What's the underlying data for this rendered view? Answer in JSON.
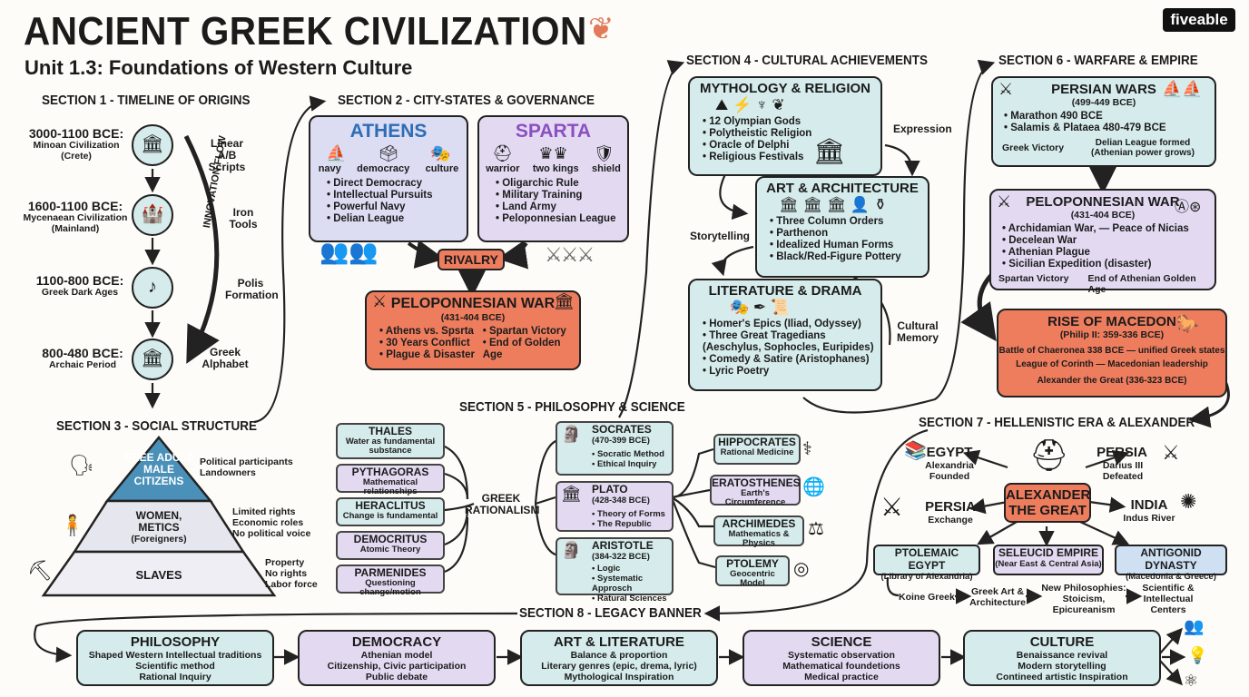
{
  "title": "ANCIENT GREEK CIVILIZATION",
  "subtitle": "Unit 1.3: Foundations of Western Culture",
  "logo": "fiveable",
  "section1": {
    "heading": "SECTION 1 - TIMELINE OF ORIGINS",
    "eras": [
      {
        "date": "3000-1100 BCE:",
        "name": "Minoan Civilization",
        "note": "(Crete)"
      },
      {
        "date": "1600-1100 BCE:",
        "name": "Mycenaean Civilization",
        "note": "(Mainland)"
      },
      {
        "date": "1100-800 BCE:",
        "name": "Greek Dark Ages",
        "note": ""
      },
      {
        "date": "800-480 BCE:",
        "name": "Archaic Period",
        "note": ""
      }
    ],
    "flow_label": "INNOVATION FLOW",
    "innovations": [
      "Linear A/B Scripts",
      "Iron Tools",
      "Polis Formation",
      "Greek Alphabet"
    ]
  },
  "section2": {
    "heading": "SECTION 2 - CITY-STATES & GOVERNANCE",
    "athens": {
      "title": "ATHENS",
      "icons": [
        "navy",
        "democracy",
        "culture"
      ],
      "items": [
        "Direct Democracy",
        "Intellectual Pursuits",
        "Powerful Navy",
        "Delian League"
      ]
    },
    "sparta": {
      "title": "SPARTA",
      "icons": [
        "warrior",
        "two kings",
        "shield"
      ],
      "items": [
        "Oligarchic Rule",
        "Military Training",
        "Land Army",
        "Peloponnesian League"
      ]
    },
    "rivalry": "RIVALRY",
    "war": {
      "title": "PELOPONNESIAN WAR",
      "dates": "(431-404 BCE)",
      "left": [
        "Athens vs. Spsrta",
        "30 Years Conflict",
        "Plague & Disaster"
      ],
      "right": [
        "Spartan Victory",
        "End of Golden Age"
      ]
    }
  },
  "section3": {
    "heading": "SECTION 3 - SOCIAL STRUCTURE",
    "tiers": [
      {
        "label": "FREE ADULT MALE CITIZENS",
        "note": "Political participants\nLandowners"
      },
      {
        "label": "WOMEN, METICS",
        "sub": "(Foreigners)",
        "note": "Limited rights\nEconomic roles\nNo political voice"
      },
      {
        "label": "SLAVES",
        "note": "Property\nNo rights\nLabor force"
      }
    ]
  },
  "section4": {
    "heading": "SECTION 4 - CULTURAL ACHIEVEMENTS",
    "myth": {
      "title": "MYTHOLOGY & RELIGION",
      "items": [
        "12 Olympian Gods",
        "Polytheistic Religion",
        "Oracle of Delphi",
        "Religious Festivals"
      ]
    },
    "art": {
      "title": "ART & ARCHITECTURE",
      "items": [
        "Three Column Orders",
        "Parthenon",
        "Idealized Human Forms",
        "Black/Red-Figure Pottery"
      ]
    },
    "lit": {
      "title": "LITERATURE & DRAMA",
      "items": [
        "Homer's Epics (Iliad, Odyssey)",
        "Three Great Tragedians",
        "Comedy & Satire (Aristophanes)",
        "Lyric Poetry"
      ],
      "tragedians": "(Aeschylus, Sophocles, Euripides)"
    },
    "labels": [
      "Expression",
      "Storytelling",
      "Cultural Memory"
    ]
  },
  "section5": {
    "heading": "SECTION 5 - PHILOSOPHY & SCIENCE",
    "presocratics": [
      {
        "name": "THALES",
        "desc": "Water as fundamental substance"
      },
      {
        "name": "PYTHAGORAS",
        "desc": "Mathematical relationships"
      },
      {
        "name": "HERACLITUS",
        "desc": "Change is fundamental"
      },
      {
        "name": "DEMOCRITUS",
        "desc": "Atomic Theory"
      },
      {
        "name": "PARMENIDES",
        "desc": "Questioning change/motion"
      }
    ],
    "center": "GREEK RATIONALISM",
    "big3": [
      {
        "name": "SOCRATES",
        "dates": "(470-399 BCE)",
        "items": [
          "Socratic Method",
          "Ethical Inquiry"
        ]
      },
      {
        "name": "PLATO",
        "dates": "(428-348 BCE)",
        "items": [
          "Theory of Forms",
          "The Republic"
        ]
      },
      {
        "name": "ARISTOTLE",
        "dates": "(384-322 BCE)",
        "items": [
          "Logic",
          "Systematic Approsch",
          "Ratural Sciences"
        ]
      }
    ],
    "scientists": [
      {
        "name": "HIPPOCRATES",
        "desc": "Rational Medicine"
      },
      {
        "name": "ERATOSTHENES",
        "desc": "Earth's Circumference"
      },
      {
        "name": "ARCHIMEDES",
        "desc": "Mathematics & Physics"
      },
      {
        "name": "PTOLEMY",
        "desc": "Geocentric Model"
      }
    ]
  },
  "section6": {
    "heading": "SECTION 6 - WARFARE & EMPIRE",
    "persian": {
      "title": "PERSIAN WARS",
      "dates": "(499-449 BCE)",
      "items": [
        "Marathon 490 BCE",
        "Salamis & Plataea 480-479 BCE"
      ],
      "left": "Greek Victory",
      "right": "Delian League formed (Athenian power grows)"
    },
    "pelo": {
      "title": "PELOPONNESIAN WAR",
      "dates": "(431-404 BCE)",
      "items": [
        "Archidamian War, — Peace of Nicias",
        "Decelean War",
        "Athenian Plague",
        "Sicilian Expedition (disaster)"
      ],
      "left": "Spartan Victory",
      "right": "End of Athenian Golden Age"
    },
    "macedon": {
      "title": "RISE OF MACEDON",
      "dates": "(Philip II: 359-336 BCE)",
      "l1": "Battle of Chaeronea 338 BCE — unified Greek states",
      "l2": "League of Corinth — Macedonian leadership",
      "l3": "Alexander the Great (336-323 BCE)"
    }
  },
  "section7": {
    "heading": "SECTION 7 - HELLENISTIC ERA & ALEXANDER",
    "center": "ALEXANDER THE GREAT",
    "egypt": {
      "name": "EGYPT",
      "desc": "Alexandria Founded"
    },
    "persia1": {
      "name": "PERSIA",
      "desc": "Darius III Defeated"
    },
    "persia2": {
      "name": "PERSIA",
      "desc": "Exchange"
    },
    "india": {
      "name": "INDIA",
      "desc": "Indus River"
    },
    "kingdoms": [
      {
        "name": "PTOLEMAIC EGYPT",
        "desc": "(Library of Alexandria)"
      },
      {
        "name": "SELEUCID EMPIRE",
        "desc": "(Near East & Central Asia)"
      },
      {
        "name": "ANTIGONID DYNASTY",
        "desc": "(Macedonia & Greece)"
      }
    ],
    "flow": [
      "Koine Greek",
      "Greek Art & Architecture",
      "New Philosophies: Stoicism, Epicureanism",
      "Scientific & Intellectual Centers"
    ]
  },
  "section8": {
    "heading": "SECTION 8 - LEGACY BANNER",
    "cards": [
      {
        "title": "PHILOSOPHY",
        "lines": [
          "Shaped Western Intellectual traditions",
          "Scientific method",
          "Rational Inquiry"
        ]
      },
      {
        "title": "DEMOCRACY",
        "lines": [
          "Athenian model",
          "Citizenship, Civic participation",
          "Public debate"
        ]
      },
      {
        "title": "ART & LITERATURE",
        "lines": [
          "Balance & proportion",
          "Literary genres (epic, drema, lyric)",
          "Mythological Inspiration"
        ]
      },
      {
        "title": "SCIENCE",
        "lines": [
          "Systematic observation",
          "Mathematical foundetions",
          "Medical practice"
        ]
      },
      {
        "title": "CULTURE",
        "lines": [
          "Benaissance revival",
          "Modern storytelling",
          "Contineed artistic Inspiration"
        ]
      }
    ]
  }
}
